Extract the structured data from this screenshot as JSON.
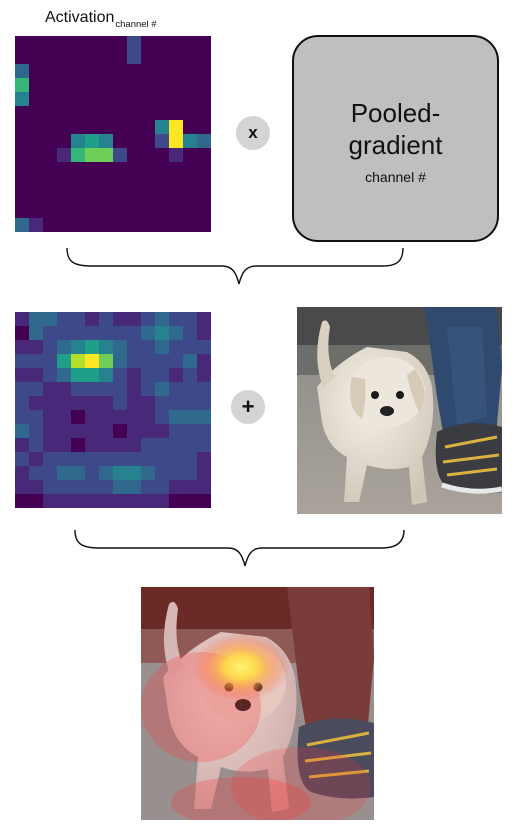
{
  "activation": {
    "title": "Activation",
    "title_subscript": "channel #",
    "grid": [
      [
        0,
        0,
        0,
        0,
        0,
        0,
        0,
        0,
        2,
        0,
        0,
        0,
        0,
        0
      ],
      [
        0,
        0,
        0,
        0,
        0,
        0,
        0,
        0,
        2,
        0,
        0,
        0,
        0,
        0
      ],
      [
        3,
        0,
        0,
        0,
        0,
        0,
        0,
        0,
        0,
        0,
        0,
        0,
        0,
        0
      ],
      [
        6,
        0,
        0,
        0,
        0,
        0,
        0,
        0,
        0,
        0,
        0,
        0,
        0,
        0
      ],
      [
        4,
        0,
        0,
        0,
        0,
        0,
        0,
        0,
        0,
        0,
        0,
        0,
        0,
        0
      ],
      [
        0,
        0,
        0,
        0,
        0,
        0,
        0,
        0,
        0,
        0,
        0,
        0,
        0,
        0
      ],
      [
        0,
        0,
        0,
        0,
        0,
        0,
        0,
        0,
        0,
        0,
        4,
        10,
        0,
        0
      ],
      [
        0,
        0,
        0,
        0,
        4,
        5,
        4,
        0,
        0,
        0,
        2,
        10,
        4,
        3
      ],
      [
        0,
        0,
        0,
        1,
        6,
        7,
        7,
        2,
        0,
        0,
        0,
        1,
        0,
        0
      ],
      [
        0,
        0,
        0,
        0,
        0,
        0,
        0,
        0,
        0,
        0,
        0,
        0,
        0,
        0
      ],
      [
        0,
        0,
        0,
        0,
        0,
        0,
        0,
        0,
        0,
        0,
        0,
        0,
        0,
        0
      ],
      [
        0,
        0,
        0,
        0,
        0,
        0,
        0,
        0,
        0,
        0,
        0,
        0,
        0,
        0
      ],
      [
        0,
        0,
        0,
        0,
        0,
        0,
        0,
        0,
        0,
        0,
        0,
        0,
        0,
        0
      ],
      [
        3,
        1,
        0,
        0,
        0,
        0,
        0,
        0,
        0,
        0,
        0,
        0,
        0,
        0
      ]
    ]
  },
  "operators": {
    "multiply": "x",
    "plus": "+"
  },
  "pooled_gradient": {
    "title": "Pooled-\ngradient",
    "subtitle": "channel #"
  },
  "gradcam": {
    "grid": [
      [
        1,
        3,
        3,
        2,
        2,
        1,
        2,
        1,
        1,
        2,
        3,
        2,
        2,
        1
      ],
      [
        0,
        3,
        2,
        2,
        2,
        2,
        2,
        2,
        2,
        3,
        4,
        3,
        2,
        1
      ],
      [
        1,
        1,
        2,
        3,
        4,
        5,
        4,
        3,
        2,
        2,
        3,
        2,
        2,
        2
      ],
      [
        2,
        2,
        2,
        5,
        8,
        10,
        7,
        3,
        2,
        2,
        2,
        2,
        3,
        1
      ],
      [
        1,
        1,
        2,
        3,
        5,
        5,
        4,
        2,
        1,
        2,
        2,
        1,
        2,
        1
      ],
      [
        2,
        2,
        1,
        1,
        2,
        2,
        2,
        2,
        1,
        2,
        3,
        2,
        2,
        2
      ],
      [
        2,
        1,
        1,
        1,
        1,
        1,
        1,
        2,
        1,
        1,
        2,
        2,
        2,
        2
      ],
      [
        2,
        2,
        1,
        1,
        0,
        1,
        1,
        1,
        1,
        1,
        2,
        3,
        3,
        3
      ],
      [
        3,
        2,
        1,
        1,
        1,
        1,
        1,
        0,
        1,
        1,
        1,
        2,
        2,
        2
      ],
      [
        1,
        2,
        1,
        1,
        0,
        1,
        1,
        1,
        1,
        2,
        2,
        2,
        2,
        2
      ],
      [
        2,
        1,
        2,
        2,
        2,
        2,
        2,
        2,
        2,
        2,
        2,
        2,
        2,
        1
      ],
      [
        1,
        2,
        2,
        3,
        3,
        2,
        3,
        4,
        4,
        3,
        2,
        2,
        2,
        1
      ],
      [
        1,
        1,
        2,
        2,
        2,
        2,
        2,
        3,
        3,
        2,
        2,
        1,
        1,
        1
      ],
      [
        0,
        0,
        1,
        1,
        1,
        1,
        1,
        1,
        1,
        1,
        1,
        0,
        0,
        0
      ]
    ]
  },
  "colors": {
    "viridis": [
      "#440154",
      "#482878",
      "#3e4989",
      "#31688e",
      "#26828e",
      "#1f9e89",
      "#35b779",
      "#6ece58",
      "#b5de2b",
      "#dfe318",
      "#fde725"
    ],
    "pooled_box_fill": "#bfbfbf",
    "operator_fill": "#d4d4d4"
  },
  "images": {
    "photo": "dog-photo",
    "overlay": "gradcam-overlay-photo"
  }
}
